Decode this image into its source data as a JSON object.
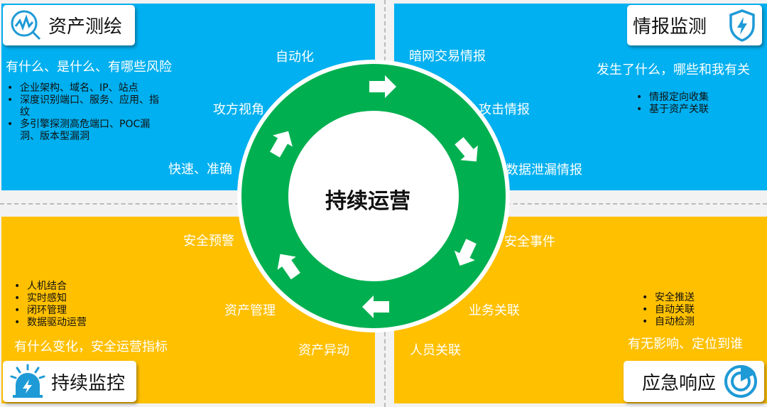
{
  "center_title": "持续运营",
  "quadrants": {
    "asset_mapping": {
      "title": "资产测绘",
      "question": "有什么、是什么、有哪些风险",
      "bullets": [
        "企业架构、域名、IP、站点",
        "深度识别端口、服务、应用、指纹",
        "多引擎探测高危端口、POC漏洞、版本型漏洞"
      ],
      "labels": [
        "自动化",
        "攻方视角",
        "快速、准确"
      ]
    },
    "intel_monitoring": {
      "title": "情报监测",
      "question": "发生了什么，哪些和我有关",
      "bullets": [
        "情报定向收集",
        "基于资产关联"
      ],
      "labels": [
        "暗网交易情报",
        "攻击情报",
        "数据泄漏情报"
      ]
    },
    "continuous_monitoring": {
      "title": "持续监控",
      "question": "有什么变化，安全运营指标",
      "bullets": [
        "人机结合",
        "实时感知",
        "闭环管理",
        "数据驱动运营"
      ],
      "labels": [
        "安全预警",
        "资产管理",
        "资产异动"
      ]
    },
    "emergency_response": {
      "title": "应急响应",
      "question": "有无影响、定位到谁",
      "bullets": [
        "安全推送",
        "自动关联",
        "自动检测"
      ],
      "labels": [
        "安全事件",
        "业务关联",
        "人员关联"
      ]
    }
  },
  "colors": {
    "blue": "#00b0f0",
    "yellow": "#ffc000",
    "green": "#00b050",
    "icon": "#1e9ad6"
  }
}
